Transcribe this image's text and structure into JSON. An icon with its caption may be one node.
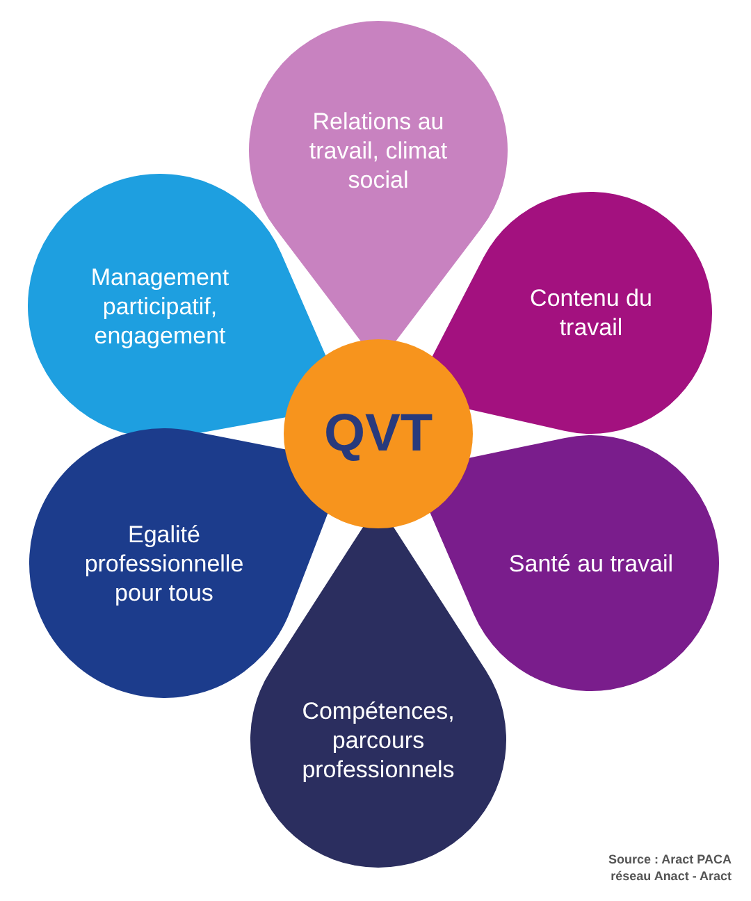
{
  "diagram": {
    "nodes": [
      {
        "text": [
          "Relations au travail, climat social"
        ]
      },
      {
        "text": [
          "Management participatif, engagement"
        ]
      },
      {
        "text": [
          "Contenu du travail"
        ]
      },
      {
        "text": [
          "QVT"
        ]
      },
      {
        "text": [
          "Egalité professionnelle pour tous"
        ]
      },
      {
        "text": [
          "Santé au travail"
        ]
      },
      {
        "text": [
          "Compétences, parcours professionnels"
        ]
      }
    ],
    "labels": [
      "Source : Aract PACA réseau Anact - Aract"
    ]
  }
}
